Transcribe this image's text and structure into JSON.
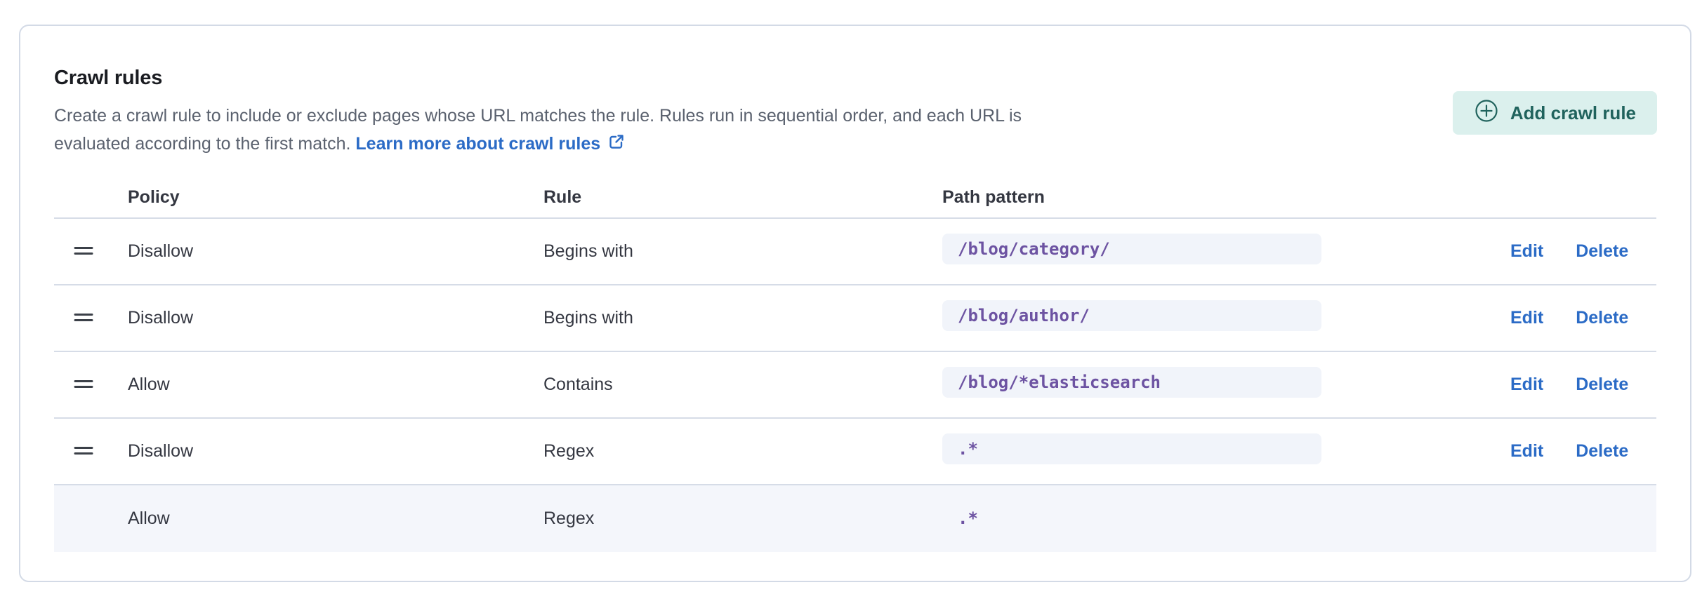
{
  "panel": {
    "title": "Crawl rules",
    "description": {
      "line1": "Create a crawl rule to include or exclude pages whose URL matches the rule. Rules run in sequential order, and each URL is",
      "line2": "evaluated according to the first match.",
      "learn_more": "Learn more about crawl rules"
    },
    "add_button": "Add crawl rule"
  },
  "table": {
    "headers": {
      "policy": "Policy",
      "rule": "Rule",
      "path_pattern": "Path pattern"
    },
    "rows": [
      {
        "policy": "Disallow",
        "rule": "Begins with",
        "path_pattern": "/blog/category/",
        "edit": "Edit",
        "delete": "Delete",
        "draggable": true,
        "highlighted": false
      },
      {
        "policy": "Disallow",
        "rule": "Begins with",
        "path_pattern": "/blog/author/",
        "edit": "Edit",
        "delete": "Delete",
        "draggable": true,
        "highlighted": false
      },
      {
        "policy": "Allow",
        "rule": "Contains",
        "path_pattern": "/blog/*elasticsearch",
        "edit": "Edit",
        "delete": "Delete",
        "draggable": true,
        "highlighted": false
      },
      {
        "policy": "Disallow",
        "rule": "Regex",
        "path_pattern": ".*",
        "edit": "Edit",
        "delete": "Delete",
        "draggable": true,
        "highlighted": false
      },
      {
        "policy": "Allow",
        "rule": "Regex",
        "path_pattern": ".*",
        "draggable": false,
        "highlighted": true
      }
    ]
  },
  "icons": {
    "add_button_icon": "plus-in-circle-icon",
    "learn_more_icon": "external-link-icon",
    "row_drag_icon": "grab-icon"
  },
  "colors": {
    "link_blue": "#2b6bc6",
    "button_bg": "#dbf0ed",
    "button_text": "#20635d",
    "code_text": "#6d53a2",
    "code_bg": "#f1f4fa",
    "row_highlight_bg": "#f4f6fb",
    "divider": "#d6dce7",
    "card_border": "#d3dae6",
    "text": "#343741",
    "subdued_text": "#5a616e"
  }
}
